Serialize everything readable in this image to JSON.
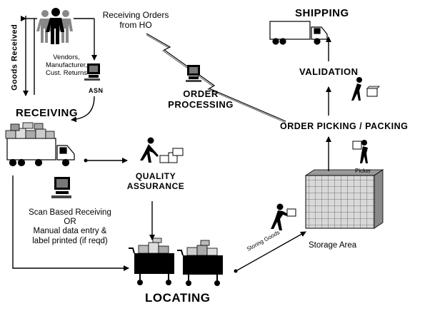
{
  "labels": {
    "shipping": "SHIPPING",
    "receiving_orders_line1": "Receiving Orders",
    "receiving_orders_line2": "from HO",
    "goods_received": "Goods Received",
    "vendors_line1": "Vendors,",
    "vendors_line2": "Manufacturer,",
    "vendors_line3": "Cust. Returns",
    "asn": "ASN",
    "validation": "VALIDATION",
    "order_processing_line1": "ORDER",
    "order_processing_line2": "PROCESSING",
    "receiving": "RECEIVING",
    "order_picking": "ORDER PICKING / PACKING",
    "quality_line1": "QUALITY",
    "quality_line2": "ASSURANCE",
    "picker": "Picker",
    "scan_line1": "Scan Based Receiving",
    "scan_line2": "OR",
    "scan_line3": "Manual data entry &",
    "scan_line4": "label printed (if reqd)",
    "storage_area": "Storage Area",
    "storing_goods": "Storing Goods",
    "locating": "LOCATING"
  }
}
